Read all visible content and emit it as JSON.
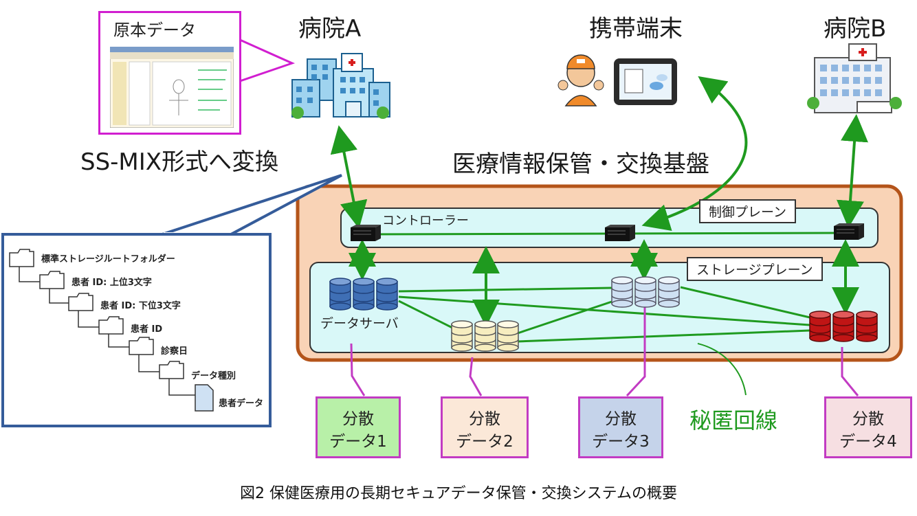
{
  "labels": {
    "hospital_a": "病院A",
    "hospital_b": "病院B",
    "mobile": "携帯端末",
    "original_data": "原本データ",
    "convert": "SS-MIX形式へ変換",
    "platform": "医療情報保管・交換基盤",
    "controller": "コントローラー",
    "control_plane": "制御プレーン",
    "storage_plane": "ストレージプレーン",
    "data_server": "データサーバ",
    "secret_line": "秘匿回線",
    "caption": "図2 保健医療用の長期セキュアデータ保管・交換システムの概要"
  },
  "folder_tree": [
    "標準ストレージルートフォルダー",
    "患者 ID: 上位3文字",
    "患者 ID: 下位3文字",
    "患者 ID",
    "診察日",
    "データ種別",
    "患者データ"
  ],
  "distributed": [
    {
      "line1": "分散",
      "line2": "データ1",
      "fill": "#b8f0a8"
    },
    {
      "line1": "分散",
      "line2": "データ2",
      "fill": "#fbe8d8"
    },
    {
      "line1": "分散",
      "line2": "データ3",
      "fill": "#c5d3ea"
    },
    {
      "line1": "分散",
      "line2": "データ4",
      "fill": "#f6dfe2"
    }
  ],
  "colors": {
    "platform_border": "#b4541a",
    "platform_fill": "#f9d3b6",
    "plane_fill": "#d9f8f8",
    "arrow_green": "#1f9a1f",
    "server_blue": "#3f6fb5",
    "server_cream": "#f6edbf",
    "server_light": "#cfe1f3",
    "server_red": "#c01515",
    "callout_magenta": "#d11ed0",
    "callout_blue": "#355c9a"
  }
}
